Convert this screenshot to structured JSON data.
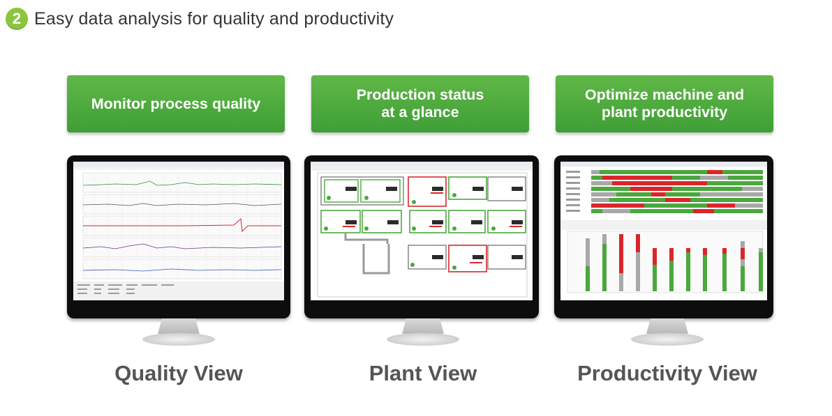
{
  "header": {
    "number": "2",
    "title": "Easy data analysis for quality and productivity"
  },
  "columns": [
    {
      "banner": [
        "Monitor process quality"
      ],
      "caption": "Quality View"
    },
    {
      "banner": [
        "Production status",
        "at a glance"
      ],
      "caption": "Plant View"
    },
    {
      "banner": [
        "Optimize machine and",
        "plant productivity"
      ],
      "caption": "Productivity View"
    }
  ],
  "colors": {
    "brand_green": "#4aa83c",
    "badge_green": "#8cc63f",
    "alert_red": "#d9262b",
    "caption_gray": "#555555"
  }
}
